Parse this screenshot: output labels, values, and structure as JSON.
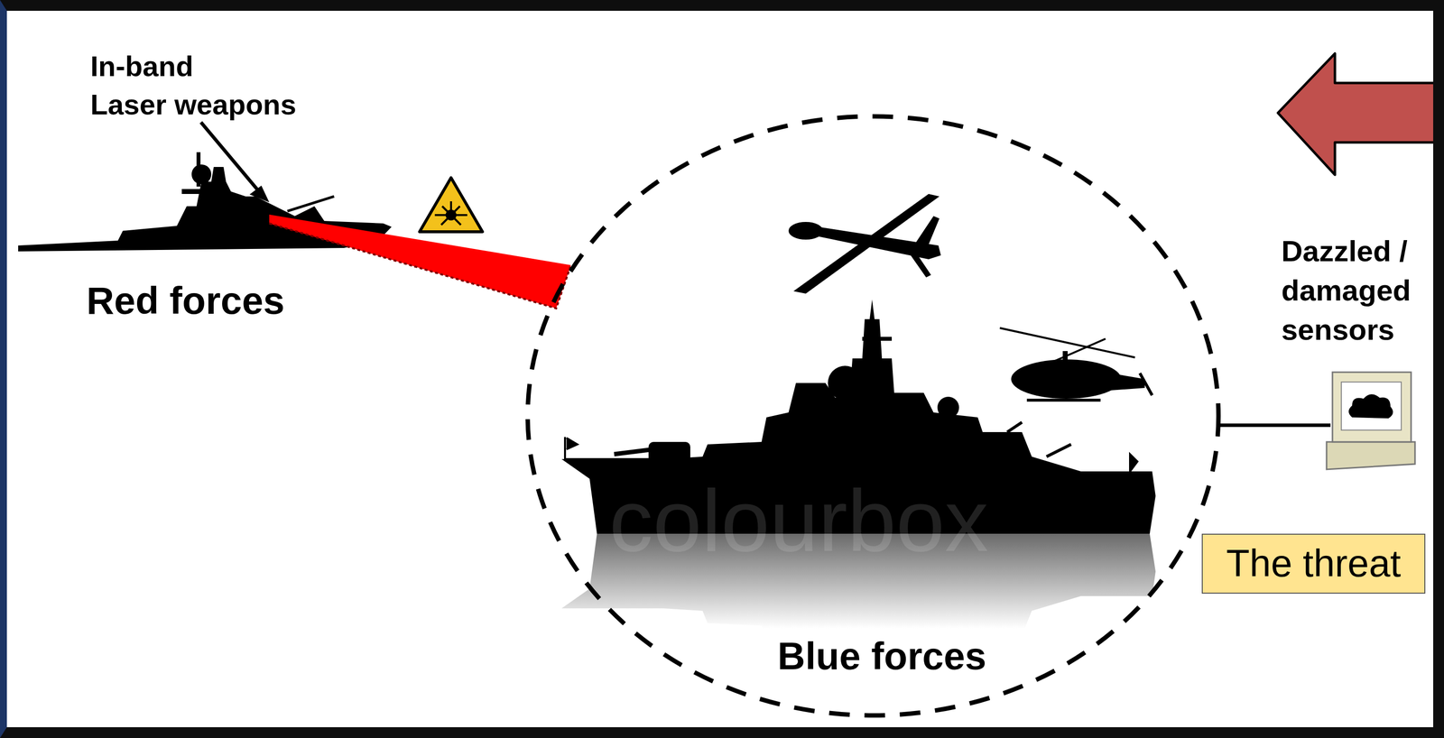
{
  "diagram": {
    "nodes": [
      {
        "text": [
          "Blue forces"
        ]
      },
      {
        "text": [
          "The threat"
        ]
      }
    ],
    "labels": [
      "In-band Laser weapons",
      "Red forces",
      "Dazzled / damaged sensors",
      "colourbox"
    ]
  }
}
